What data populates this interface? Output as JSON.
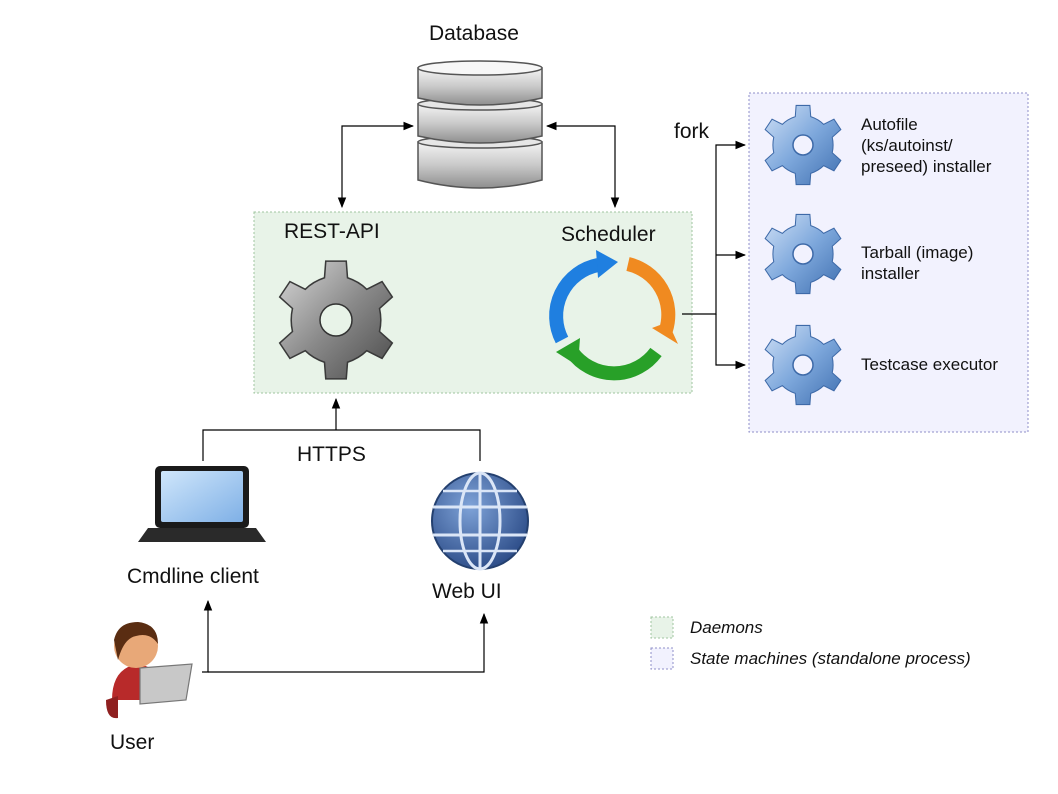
{
  "labels": {
    "database": "Database",
    "rest_api": "REST-API",
    "scheduler": "Scheduler",
    "fork": "fork",
    "https": "HTTPS",
    "cmdline_client": "Cmdline client",
    "web_ui": "Web UI",
    "user": "User"
  },
  "state_machines": [
    {
      "lines": [
        "Autofile",
        "(ks/autoinst/",
        "preseed) installer"
      ]
    },
    {
      "lines": [
        "Tarball (image)",
        "installer"
      ]
    },
    {
      "lines": [
        "Testcase executor"
      ]
    }
  ],
  "legend": {
    "daemons": "Daemons",
    "state_machines": "State machines (standalone process)"
  },
  "colors": {
    "daemons_fill": "#e8f3e8",
    "daemons_border": "#9fc49f",
    "state_fill": "#f2f2fe",
    "state_border": "#8f8fc8",
    "gear_gray": "#7d7d7d",
    "gear_blue": "#6c9bd6",
    "globe_blue": "#3e5f9a"
  },
  "icons": [
    "database-icon",
    "gear-icon",
    "cycle-arrows-icon",
    "laptop-icon",
    "globe-icon",
    "user-icon"
  ]
}
